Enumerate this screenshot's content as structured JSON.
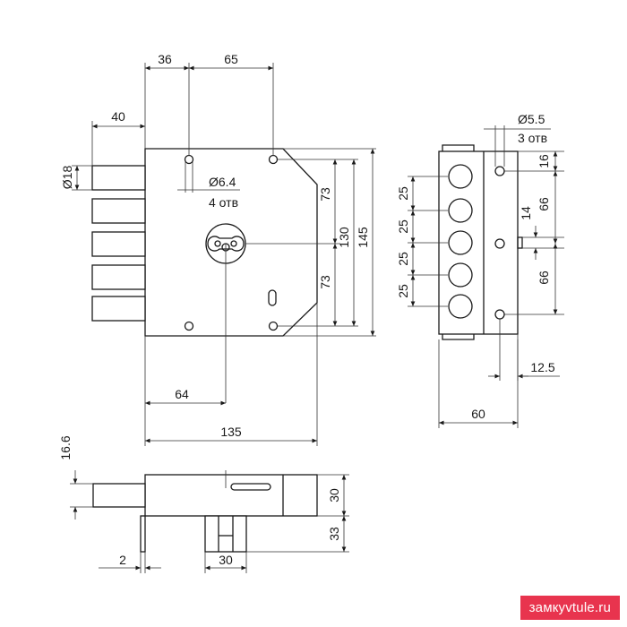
{
  "dimensions": {
    "d36": "36",
    "d65": "65",
    "d40": "40",
    "d18": "Ø18",
    "d6_4": "Ø6.4",
    "holes4": "4 отв",
    "d73a": "73",
    "d73b": "73",
    "d130": "130",
    "d145": "145",
    "d64": "64",
    "d135": "135",
    "d5_5": "Ø5.5",
    "holes3": "3 отв",
    "d16": "16",
    "d66a": "66",
    "d66b": "66",
    "d14": "14",
    "d25a": "25",
    "d25b": "25",
    "d25c": "25",
    "d25d": "25",
    "d12_5": "12.5",
    "d60": "60",
    "d16_6": "16.6",
    "d30a": "30",
    "d33": "33",
    "d2": "2",
    "d30b": "30"
  },
  "watermark": "замкyvtule.ru"
}
